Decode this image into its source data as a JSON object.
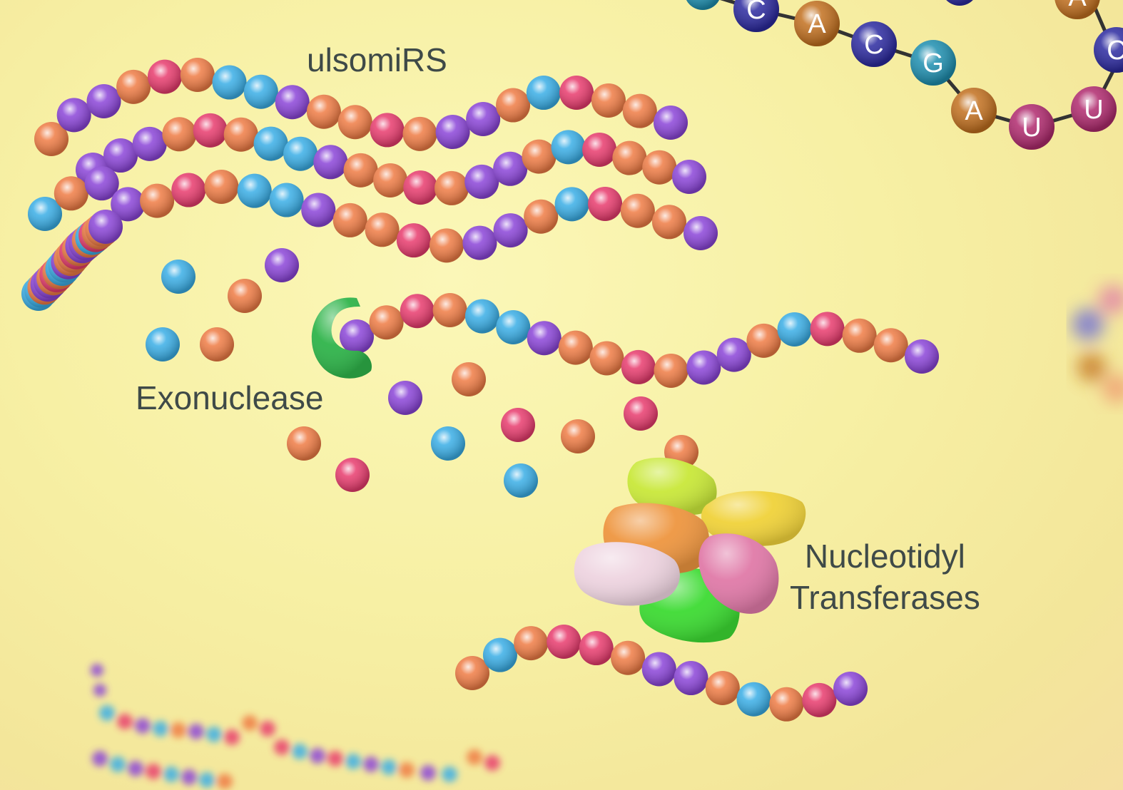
{
  "labels": {
    "ulsomirs": "ulsomiRS",
    "exonuclease": "Exonuclease",
    "nucleotidyl_line1": "Nucleotidyl",
    "nucleotidyl_line2": "Transferases"
  },
  "rna_sequence_letters": [
    "C",
    "A",
    "C",
    "G",
    "A",
    "U",
    "U",
    "C",
    "A"
  ],
  "bead_colors": {
    "O": "#ef7c45",
    "P": "#e83c6e",
    "B": "#3aaee6",
    "V": "#8b45d8",
    "D": "#c2701f",
    "N": "#2c2aa0",
    "T": "#1e8fb0",
    "M": "#b02a6e"
  },
  "enzyme_colors": {
    "exonuclease": "#2fb44a",
    "nt_lime": "#c9e83a",
    "nt_yellow": "#f0d23a",
    "nt_orange": "#ee9640",
    "nt_pink": "#e07aa8",
    "nt_lavender": "#eed4e0",
    "nt_green": "#3ddb33"
  },
  "chains": {
    "isomir_1": "OVVOPOBBVOOPOVVOBPOOV",
    "isomir_2": "VVVOPOBBVOOPOVVOBPOOV",
    "isomir_3": "BOVVOPOBBVOOPOVVOBPOOV",
    "isomir_4": "BBOVVOPOBBVOOPOVVOBPOOV",
    "degraded_strand": "VOPOBBVOOPOVVOBPOOV",
    "extended_strand": "OBOPPOVVOBOPV"
  },
  "free_nucleotides": "BOVBOVOPOBPOPBO"
}
